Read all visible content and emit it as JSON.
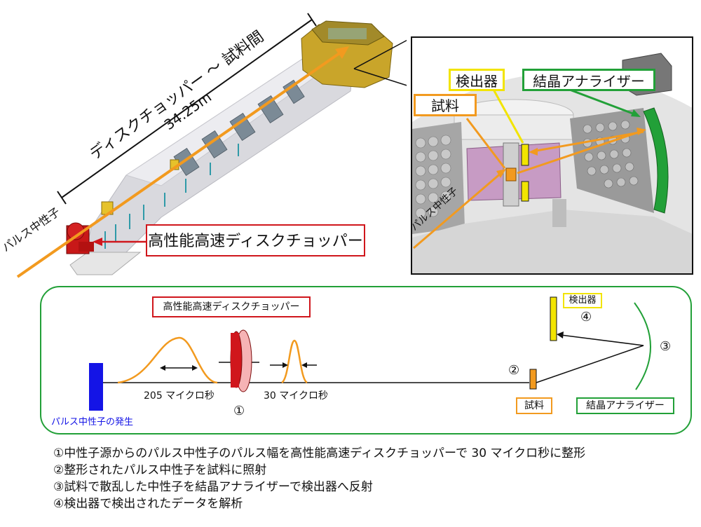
{
  "top_left": {
    "distance_label_line1": "ディスクチョッパー ～ 試料間",
    "distance_label_line2": "34.25m",
    "pulse_label": "パルス中性子",
    "chopper_label": "高性能高速ディスクチョッパー"
  },
  "top_right": {
    "detector_label": "検出器",
    "analyzer_label": "結晶アナライザー",
    "sample_label": "試料",
    "pulse_label": "パルス中性子"
  },
  "schematic": {
    "chopper_label": "高性能高速ディスクチョッパー",
    "pulse_width_205": "205 マイクロ秒",
    "pulse_width_30": "30 マイクロ秒",
    "source_label": "パルス中性子の発生",
    "marker_1": "①",
    "marker_2": "②",
    "marker_3": "③",
    "marker_4": "④",
    "sample_label": "試料",
    "analyzer_label": "結晶アナライザー",
    "detector_label": "検出器"
  },
  "description": [
    "①中性子源からのパルス中性子のパルス幅を高性能高速ディスクチョッパーで 30 マイクロ秒に整形",
    "②整形されたパルス中性子を試料に照射",
    "③試料で散乱した中性子を結晶アナライザーで検出器へ反射",
    "④検出器で検出されたデータを解析"
  ],
  "colors": {
    "chopper_red": "#d0161c",
    "pulse_orange": "#f29a1f",
    "source_blue": "#1414e6",
    "detector_yellow": "#f2e400",
    "analyzer_green": "#22a038"
  }
}
